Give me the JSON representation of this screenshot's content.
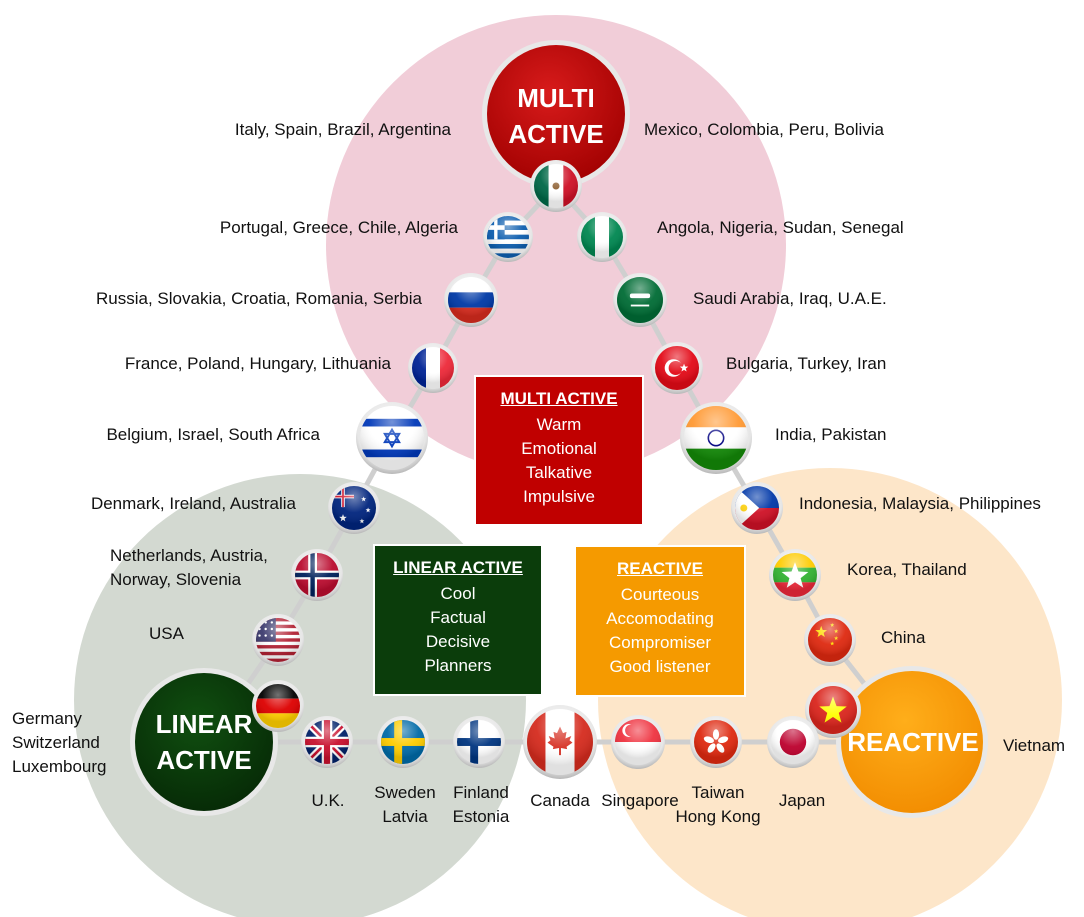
{
  "categories": {
    "multi": {
      "hub_lines": [
        "MULTI",
        "ACTIVE"
      ],
      "box_title": "MULTI ACTIVE",
      "traits": [
        "Warm",
        "Emotional",
        "Talkative",
        "Impulsive"
      ],
      "color": "#c00000",
      "area_color": "#f1cdd8"
    },
    "linear": {
      "hub_lines": [
        "LINEAR",
        "ACTIVE"
      ],
      "box_title": "LINEAR ACTIVE",
      "traits": [
        "Cool",
        "Factual",
        "Decisive",
        "Planners"
      ],
      "color": "#0b3d0b",
      "area_color": "#d3d9d1"
    },
    "reactive": {
      "hub_lines": [
        "REACTIVE"
      ],
      "box_title": "REACTIVE",
      "traits": [
        "Courteous",
        "Accomodating",
        "Compromiser",
        "Good listener"
      ],
      "color": "#f59a00",
      "area_color": "#fde4c4"
    }
  },
  "left_side_labels": [
    "Italy, Spain, Brazil, Argentina",
    "Portugal, Greece, Chile, Algeria",
    "Russia, Slovakia, Croatia, Romania, Serbia",
    "France, Poland, Hungary, Lithuania",
    "Belgium, Israel, South Africa",
    "Denmark, Ireland, Australia",
    [
      "Netherlands, Austria,",
      "Norway, Slovenia"
    ],
    "USA",
    [
      "Germany",
      "Switzerland",
      "Luxembourg"
    ]
  ],
  "right_side_labels": [
    "Mexico, Colombia, Peru, Bolivia",
    "Angola, Nigeria, Sudan, Senegal",
    "Saudi Arabia, Iraq, U.A.E.",
    "Bulgaria, Turkey, Iran",
    "India, Pakistan",
    "Indonesia, Malaysia, Philippines",
    "Korea, Thailand",
    "China",
    "Vietnam"
  ],
  "bottom_labels": [
    [
      "U.K."
    ],
    [
      "Sweden",
      "Latvia"
    ],
    [
      "Finland",
      "Estonia"
    ],
    [
      "Canada"
    ],
    [
      "Singapore"
    ],
    [
      "Taiwan",
      "Hong Kong"
    ],
    [
      "Japan"
    ]
  ],
  "flags": [
    {
      "icon": "mexico-flag-icon"
    },
    {
      "icon": "greece-flag-icon"
    },
    {
      "icon": "nigeria-flag-icon"
    },
    {
      "icon": "russia-flag-icon"
    },
    {
      "icon": "saudi-arabia-flag-icon"
    },
    {
      "icon": "france-flag-icon"
    },
    {
      "icon": "turkey-flag-icon"
    },
    {
      "icon": "israel-flag-icon"
    },
    {
      "icon": "india-flag-icon"
    },
    {
      "icon": "australia-flag-icon"
    },
    {
      "icon": "philippines-flag-icon"
    },
    {
      "icon": "norway-flag-icon"
    },
    {
      "icon": "myanmar-flag-icon"
    },
    {
      "icon": "usa-flag-icon"
    },
    {
      "icon": "china-flag-icon"
    },
    {
      "icon": "germany-flag-icon"
    },
    {
      "icon": "vietnam-flag-icon"
    },
    {
      "icon": "uk-flag-icon"
    },
    {
      "icon": "sweden-flag-icon"
    },
    {
      "icon": "finland-flag-icon"
    },
    {
      "icon": "canada-flag-icon"
    },
    {
      "icon": "singapore-flag-icon"
    },
    {
      "icon": "hong-kong-flag-icon"
    },
    {
      "icon": "japan-flag-icon"
    }
  ]
}
